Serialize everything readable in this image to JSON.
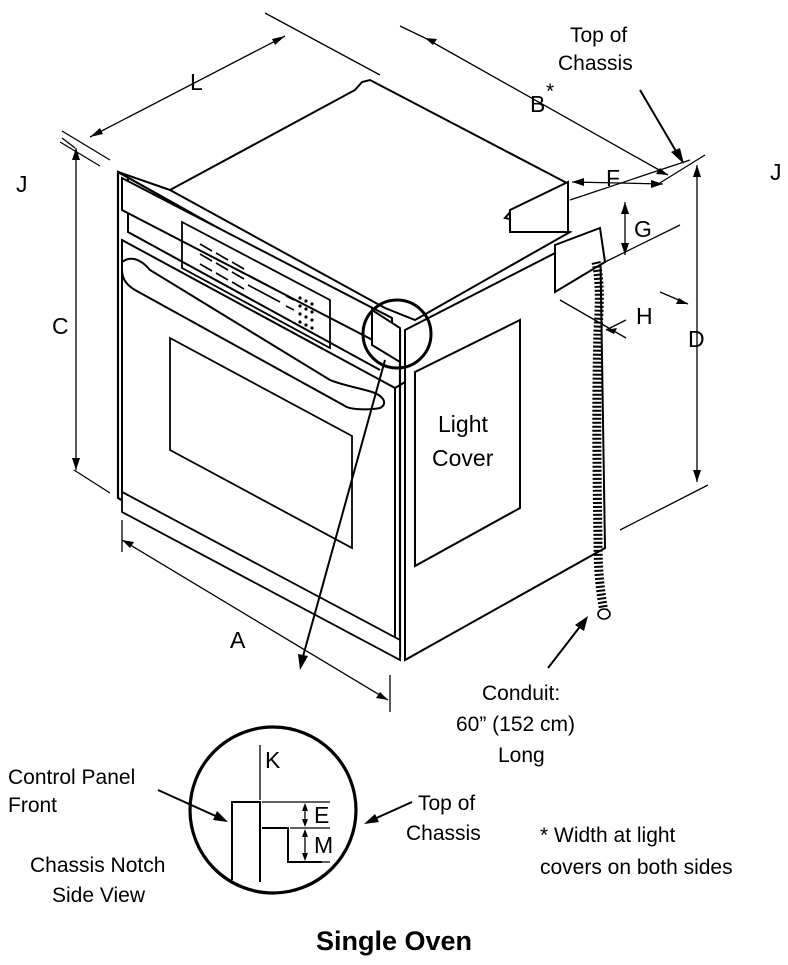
{
  "title": "Single Oven",
  "dimension_labels": {
    "A": "A",
    "B": "B",
    "B_mark": "*",
    "C": "C",
    "D": "D",
    "E": "E",
    "F": "F",
    "G": "G",
    "H": "H",
    "J_left": "J",
    "J_right": "J",
    "K": "K",
    "L": "L",
    "M": "M"
  },
  "callouts": {
    "top_of_chassis_upper": [
      "Top of",
      "Chassis"
    ],
    "light_cover": [
      "Light",
      "Cover"
    ],
    "conduit": [
      "Conduit:",
      "60” (152 cm)",
      "Long"
    ],
    "control_panel_front": [
      "Control Panel",
      "Front"
    ],
    "top_of_chassis_detail": [
      "Top of",
      "Chassis"
    ],
    "chassis_notch_side_view": [
      "Chassis Notch",
      "Side View"
    ],
    "width_note": [
      "* Width at light",
      "covers on both sides"
    ]
  }
}
